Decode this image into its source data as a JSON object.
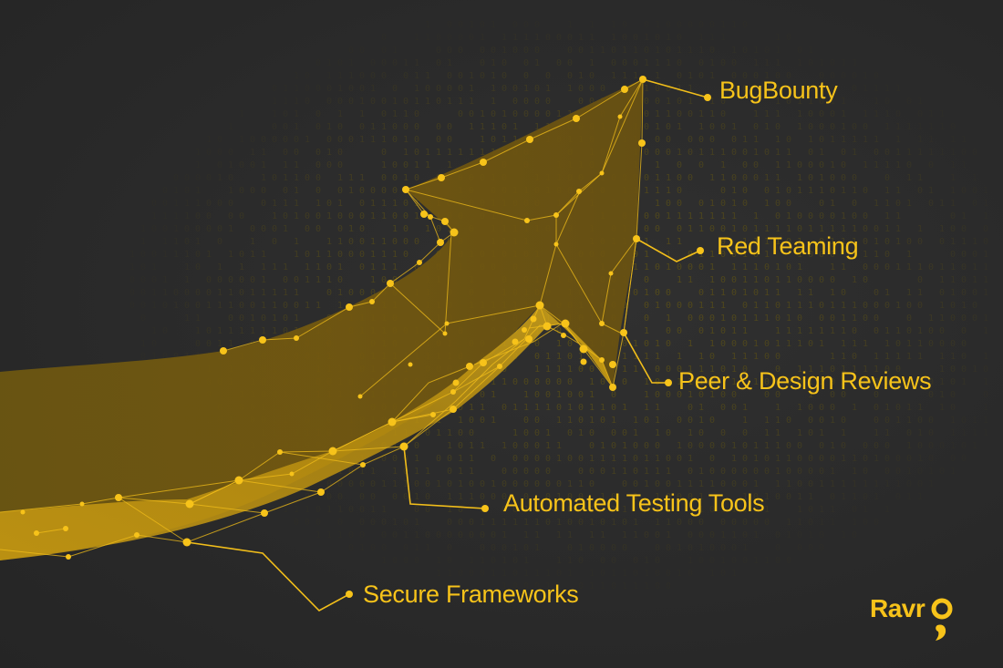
{
  "labels": {
    "bug_bounty": "BugBounty",
    "red_teaming": "Red Teaming",
    "peer_design_reviews": "Peer & Design Reviews",
    "automated_testing_tools": "Automated Testing Tools",
    "secure_frameworks": "Secure Frameworks"
  },
  "logo": {
    "text": "Ravr"
  },
  "colors": {
    "background": "#2a2a2a",
    "accent": "#f7c31a",
    "arrow_fill": "#8a6a12",
    "binary_digits": "#5b5016"
  },
  "icons": {
    "logo_mark": "comma-o-icon"
  }
}
